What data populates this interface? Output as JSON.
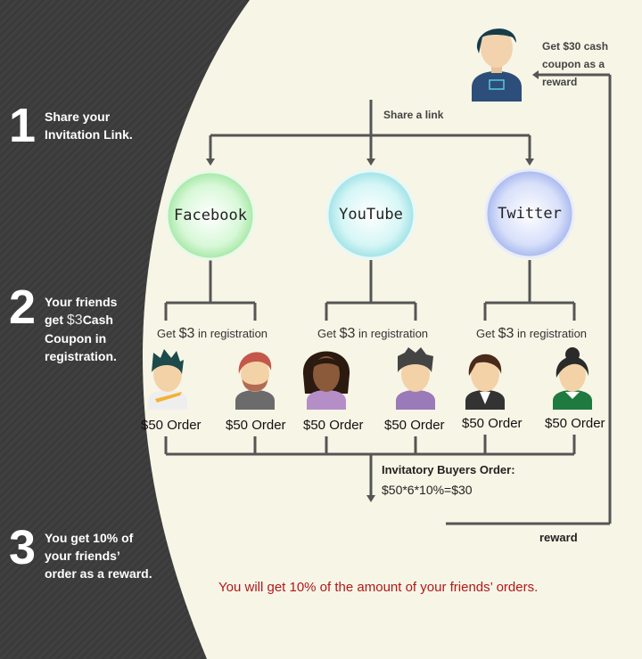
{
  "steps": [
    {
      "num": "1",
      "line1": "Share your",
      "line2": "Invitation Link."
    },
    {
      "num": "2",
      "line1": "Your friends",
      "line2_pre": "get ",
      "line2_money": "$3",
      "line2_post": "Cash",
      "line3": "Coupon in",
      "line4": "registration."
    },
    {
      "num": "3",
      "line1": "You get 10% of",
      "line2": "your friends’",
      "line3": "order as a reward."
    }
  ],
  "inviter": {
    "reward_line1": "Get  $30 cash",
    "reward_line2": "coupon as a reward"
  },
  "share_label": "Share a link",
  "platforms": [
    {
      "name": "Facebook",
      "color": "#c9f5c9"
    },
    {
      "name": "YouTube",
      "color": "#c6f0f0"
    },
    {
      "name": "Twitter",
      "color": "#c9d4f5"
    }
  ],
  "registration": {
    "pre": "Get ",
    "money": "$3",
    "post": " in registration"
  },
  "orders": [
    "$50 Order",
    "$50 Order",
    "$50 Order",
    "$50 Order",
    "$50 Order",
    "$50 Order"
  ],
  "summary": {
    "title": "Invitatory Buyers Order:",
    "formula": "$50*6*10%=$30"
  },
  "reward_label": "reward",
  "footer_note": "You will get 10% of the amount of your friends’ orders.",
  "colors": {
    "dark_panel": "#3c3c3c",
    "accent_red": "#b0181a",
    "connector": "#555555"
  }
}
